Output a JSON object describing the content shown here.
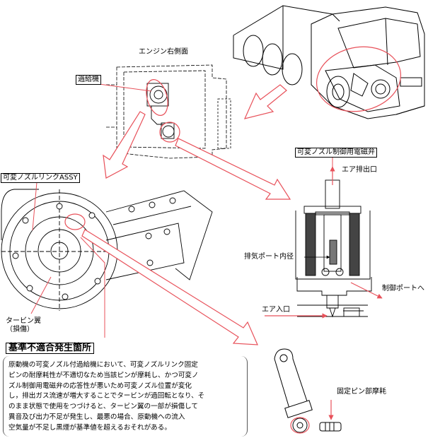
{
  "labels": {
    "engine_right_side": "エンジン右側面",
    "turbocharger": "過給機",
    "vgt_solenoid_valve": "可変ノズル制御用電磁弁",
    "air_outlet": "エア排出口",
    "variable_nozzle_link_assy": "可変ノズルリンクASSY",
    "exhaust_port_inner_diameter": "排気ポート内径",
    "to_control_port": "制御ポートへ",
    "air_inlet": "エア入口",
    "turbine_blade": "タービン翼",
    "turbine_blade_damaged": "（損傷）",
    "nonconformity_location": "基準不適合発生箇所",
    "fixed_pin_wear": "固定ピン部摩耗"
  },
  "description": [
    "原動機の可変ノズル付過給機において、可変ノズルリンク固定",
    "ピンの耐摩耗性が不適切なため当該ピンが摩耗し、かつ可変ノ",
    "ズル制御用電磁弁の応答性が悪いため可変ノズル位置が変化",
    "し，排出ガス流速が増大することでタービンが過回転となり、そ",
    "のまま状態で使用をつづけると、タービン翼の一部が損傷して",
    "異音及び出力不足が発生し、最悪の場合、原動機への流入",
    "空気量が不足し黒煙が基準値を超えるおそれがある。"
  ],
  "colors": {
    "highlight": "#e8515a",
    "arrow_fill": "#ffffff",
    "line": "#000000"
  }
}
